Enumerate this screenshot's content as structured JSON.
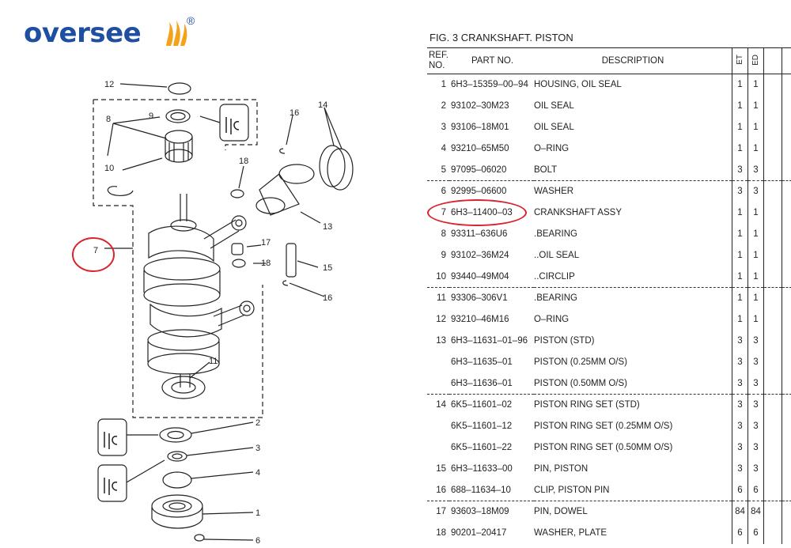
{
  "logo": {
    "text": "oversee",
    "reg": "®"
  },
  "figure": {
    "title": "FIG.    3   CRANKSHAFT. PISTON"
  },
  "table": {
    "headers": {
      "ref1": "REF.",
      "ref2": "NO.",
      "part": "PART NO.",
      "desc": "DESCRIPTION",
      "et": "ET",
      "ed": "ED"
    },
    "rows": [
      {
        "ref": "1",
        "part": "6H3–15359–00–94",
        "desc": "HOUSING, OIL SEAL",
        "et": "1",
        "ed": "1",
        "sep": false
      },
      {
        "ref": "2",
        "part": "93102–30M23",
        "desc": "OIL SEAL",
        "et": "1",
        "ed": "1",
        "sep": false
      },
      {
        "ref": "3",
        "part": "93106–18M01",
        "desc": "OIL SEAL",
        "et": "1",
        "ed": "1",
        "sep": false
      },
      {
        "ref": "4",
        "part": "93210–65M50",
        "desc": "O–RING",
        "et": "1",
        "ed": "1",
        "sep": false
      },
      {
        "ref": "5",
        "part": "97095–06020",
        "desc": "BOLT",
        "et": "3",
        "ed": "3",
        "sep": false
      },
      {
        "ref": "6",
        "part": "92995–06600",
        "desc": "WASHER",
        "et": "3",
        "ed": "3",
        "sep": true
      },
      {
        "ref": "7",
        "part": "6H3–11400–03",
        "desc": "CRANKSHAFT ASSY",
        "et": "1",
        "ed": "1",
        "sep": false
      },
      {
        "ref": "8",
        "part": "93311–636U6",
        "desc": ".BEARING",
        "et": "1",
        "ed": "1",
        "sep": false
      },
      {
        "ref": "9",
        "part": "93102–36M24",
        "desc": "..OIL SEAL",
        "et": "1",
        "ed": "1",
        "sep": false
      },
      {
        "ref": "10",
        "part": "93440–49M04",
        "desc": "..CIRCLIP",
        "et": "1",
        "ed": "1",
        "sep": false
      },
      {
        "ref": "11",
        "part": "93306–306V1",
        "desc": ".BEARING",
        "et": "1",
        "ed": "1",
        "sep": true
      },
      {
        "ref": "12",
        "part": "93210–46M16",
        "desc": "O–RING",
        "et": "1",
        "ed": "1",
        "sep": false
      },
      {
        "ref": "13",
        "part": "6H3–11631–01–96",
        "desc": "PISTON (STD)",
        "et": "3",
        "ed": "3",
        "sep": false
      },
      {
        "ref": "",
        "part": "6H3–11635–01",
        "desc": "PISTON (0.25MM O/S)",
        "et": "3",
        "ed": "3",
        "sep": false
      },
      {
        "ref": "",
        "part": "6H3–11636–01",
        "desc": "PISTON (0.50MM O/S)",
        "et": "3",
        "ed": "3",
        "sep": false
      },
      {
        "ref": "14",
        "part": "6K5–11601–02",
        "desc": "PISTON RING SET (STD)",
        "et": "3",
        "ed": "3",
        "sep": true
      },
      {
        "ref": "",
        "part": "6K5–11601–12",
        "desc": "PISTON RING SET (0.25MM O/S)",
        "et": "3",
        "ed": "3",
        "sep": false
      },
      {
        "ref": "",
        "part": "6K5–11601–22",
        "desc": "PISTON RING SET (0.50MM O/S)",
        "et": "3",
        "ed": "3",
        "sep": false
      },
      {
        "ref": "15",
        "part": "6H3–11633–00",
        "desc": "PIN, PISTON",
        "et": "3",
        "ed": "3",
        "sep": false
      },
      {
        "ref": "16",
        "part": "688–11634–10",
        "desc": "CLIP, PISTON PIN",
        "et": "6",
        "ed": "6",
        "sep": false
      },
      {
        "ref": "17",
        "part": "93603–18M09",
        "desc": "PIN, DOWEL",
        "et": "84",
        "ed": "84",
        "sep": true
      },
      {
        "ref": "18",
        "part": "90201–20417",
        "desc": "WASHER, PLATE",
        "et": "6",
        "ed": "6",
        "sep": false
      }
    ]
  },
  "callouts": [
    {
      "id": "1",
      "label": "1"
    },
    {
      "id": "2",
      "label": "2"
    },
    {
      "id": "3",
      "label": "3"
    },
    {
      "id": "4",
      "label": "4"
    },
    {
      "id": "6",
      "label": "6"
    },
    {
      "id": "7",
      "label": "7"
    },
    {
      "id": "8",
      "label": "8"
    },
    {
      "id": "9",
      "label": "9"
    },
    {
      "id": "10",
      "label": "10"
    },
    {
      "id": "11",
      "label": "11"
    },
    {
      "id": "12",
      "label": "12"
    },
    {
      "id": "13",
      "label": "13"
    },
    {
      "id": "14",
      "label": "14"
    },
    {
      "id": "15",
      "label": "15"
    },
    {
      "id": "16a",
      "label": "16"
    },
    {
      "id": "16b",
      "label": "16"
    },
    {
      "id": "17",
      "label": "17"
    },
    {
      "id": "18a",
      "label": "18"
    },
    {
      "id": "18b",
      "label": "18"
    }
  ],
  "colors": {
    "brand": "#1f4fa0",
    "flame": "#f5a21b",
    "highlight": "#d9232d",
    "ink": "#222222"
  }
}
